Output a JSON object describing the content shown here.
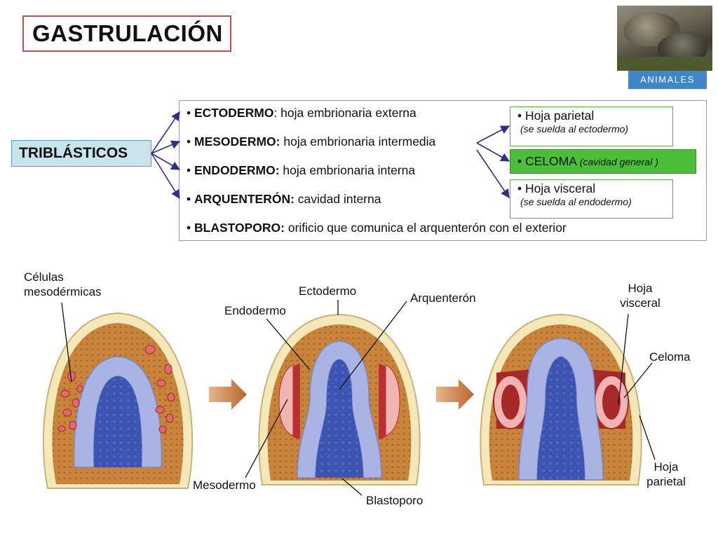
{
  "title": "GASTRULACIÓN",
  "badge": "ANIMALES",
  "main_concept": "TRIBLÁSTICOS",
  "list": [
    {
      "term": "ECTODERMO",
      "text": ": hoja embrionaria externa"
    },
    {
      "term": "MESODERMO:",
      "text": " hoja embrionaria intermedia"
    },
    {
      "term": "ENDODERMO:",
      "text": " hoja embrionaria interna"
    },
    {
      "term": "ARQUENTERÓN:",
      "text": " cavidad interna"
    },
    {
      "term": "BLASTOPORO:",
      "text": " orificio que comunica el arquenterón con el exterior"
    }
  ],
  "mesoderm_branches": {
    "parietal": {
      "label": "• Hoja parietal",
      "note": "(se suelda al ectodermo)"
    },
    "celoma": {
      "label": "• CELOMA ",
      "note": "(cavidad general )"
    },
    "visceral": {
      "label": "• Hoja visceral",
      "note": "(se suelda al endodermo)"
    }
  },
  "figure_labels": {
    "celulas": "Células\nmesodérmicas",
    "ectodermo": "Ectodermo",
    "endodermo": "Endodermo",
    "arquenteron": "Arquenterón",
    "mesodermo": "Mesodermo",
    "blastoporo": "Blastoporo",
    "hoja_visceral": "Hoja\nvisceral",
    "celoma": "Celoma",
    "hoja_parietal": "Hoja\nparietal"
  },
  "colors": {
    "title_border": "#c0504d",
    "badge_bg": "#3e86c8",
    "triblasticos_bg": "#c9e3ec",
    "box_border": "#4bb7c9",
    "celoma_bg": "#4cbf3a",
    "ectoderm": "#f2e6b6",
    "blastocoel": "#c7843a",
    "endoderm_outer": "#a9b3e3",
    "endoderm_inner": "#3d56b3",
    "mesoderm": "#c0392b",
    "arrow": "#c9783a"
  }
}
